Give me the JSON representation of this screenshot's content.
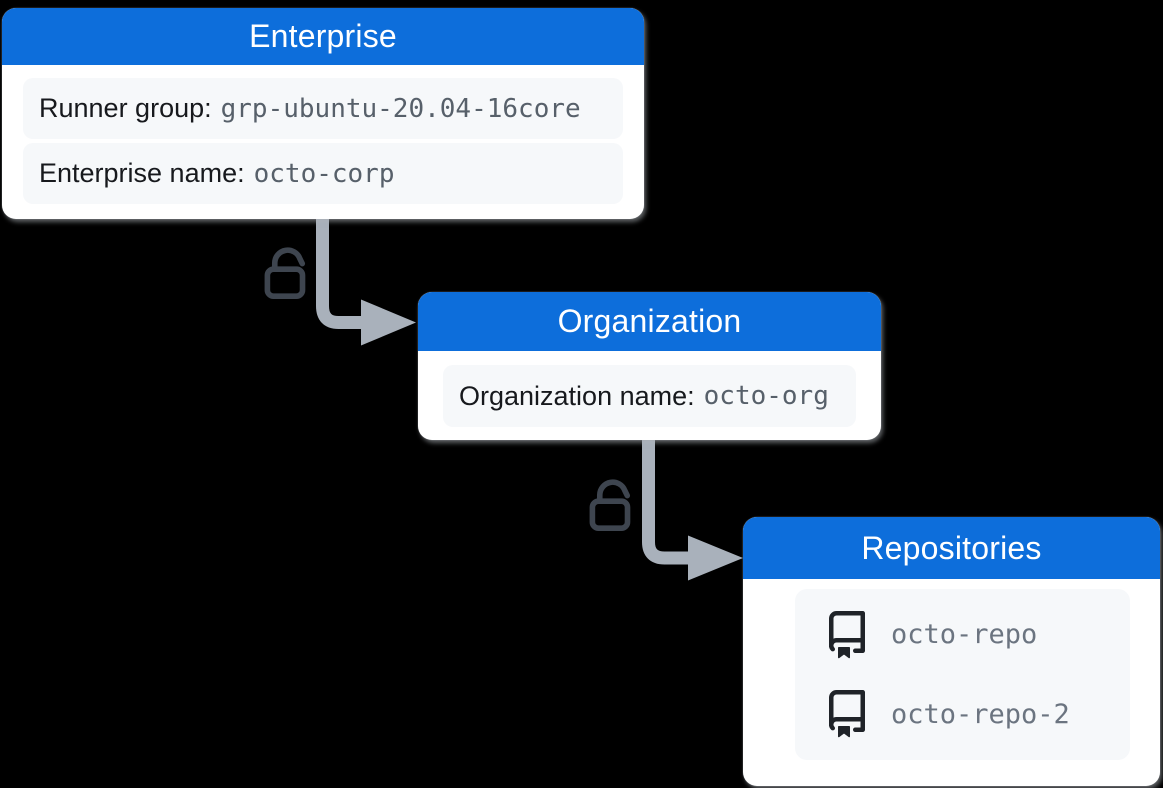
{
  "colors": {
    "canvas_bg": "#000000",
    "header_blue": "#0d6edb",
    "header_text": "#ffffff",
    "card_bg": "#ffffff",
    "row_bg": "#f6f8fa",
    "label_text": "#17191d",
    "code_text": "#57606a",
    "repo_name_text": "#6b7480",
    "arrow_gray": "#a9b1bb",
    "lock_gray": "#3e454f",
    "repo_icon": "#1f2328"
  },
  "nodes": {
    "enterprise": {
      "title": "Enterprise",
      "fields": [
        {
          "label": "Runner group:",
          "value": "grp-ubuntu-20.04-16core"
        },
        {
          "label": "Enterprise name:",
          "value": "octo-corp"
        }
      ]
    },
    "organization": {
      "title": "Organization",
      "fields": [
        {
          "label": "Organization name:",
          "value": "octo-org"
        }
      ]
    },
    "repositories": {
      "title": "Repositories",
      "repos": [
        "octo-repo",
        "octo-repo-2"
      ]
    }
  },
  "connections": [
    {
      "from": "Enterprise",
      "to": "Organization",
      "icon": "unlock-icon"
    },
    {
      "from": "Organization",
      "to": "Repositories",
      "icon": "unlock-icon"
    }
  ]
}
